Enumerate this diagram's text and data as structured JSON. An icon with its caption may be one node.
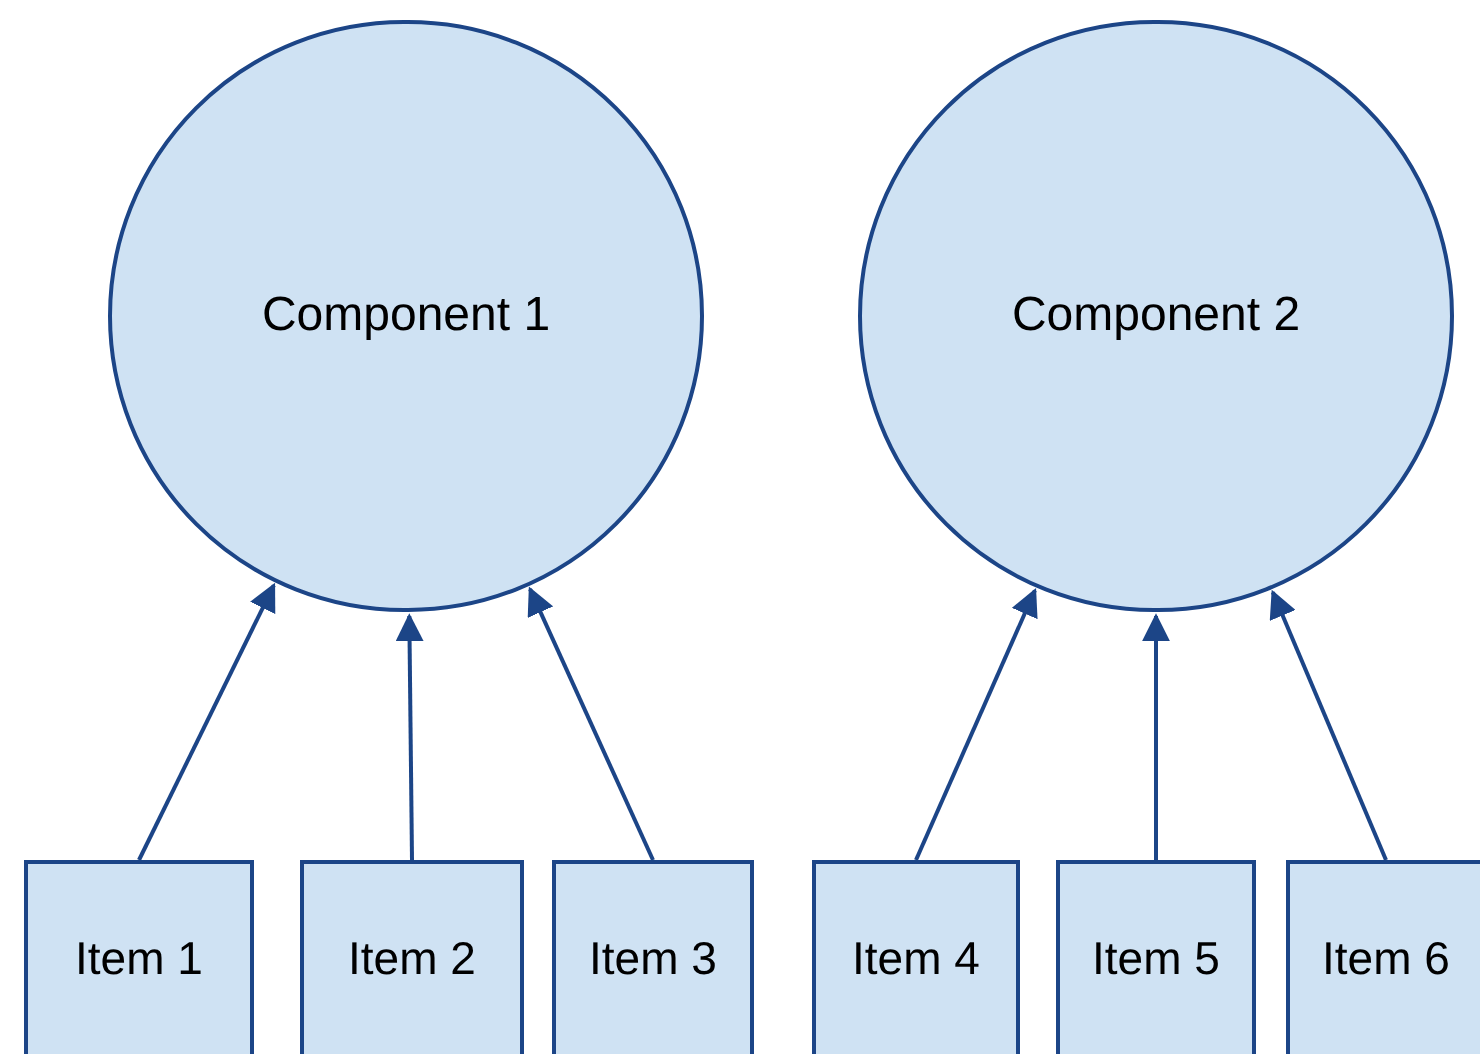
{
  "diagram": {
    "nodes": [
      {
        "text": [
          "Component 1"
        ]
      },
      {
        "text": [
          "Component 2"
        ]
      },
      {
        "text": [
          "Item 1"
        ]
      },
      {
        "text": [
          "Item 2"
        ]
      },
      {
        "text": [
          "Item 3"
        ]
      },
      {
        "text": [
          "Item 4"
        ]
      },
      {
        "text": [
          "Item 5"
        ]
      },
      {
        "text": [
          "Item 6"
        ]
      }
    ],
    "edges": [
      {
        "from": 2,
        "to": 0,
        "arrow": "to"
      },
      {
        "from": 3,
        "to": 0,
        "arrow": "to"
      },
      {
        "from": 4,
        "to": 0,
        "arrow": "to"
      },
      {
        "from": 5,
        "to": 1,
        "arrow": "to"
      },
      {
        "from": 6,
        "to": 1,
        "arrow": "to"
      },
      {
        "from": 7,
        "to": 1,
        "arrow": "to"
      }
    ]
  }
}
